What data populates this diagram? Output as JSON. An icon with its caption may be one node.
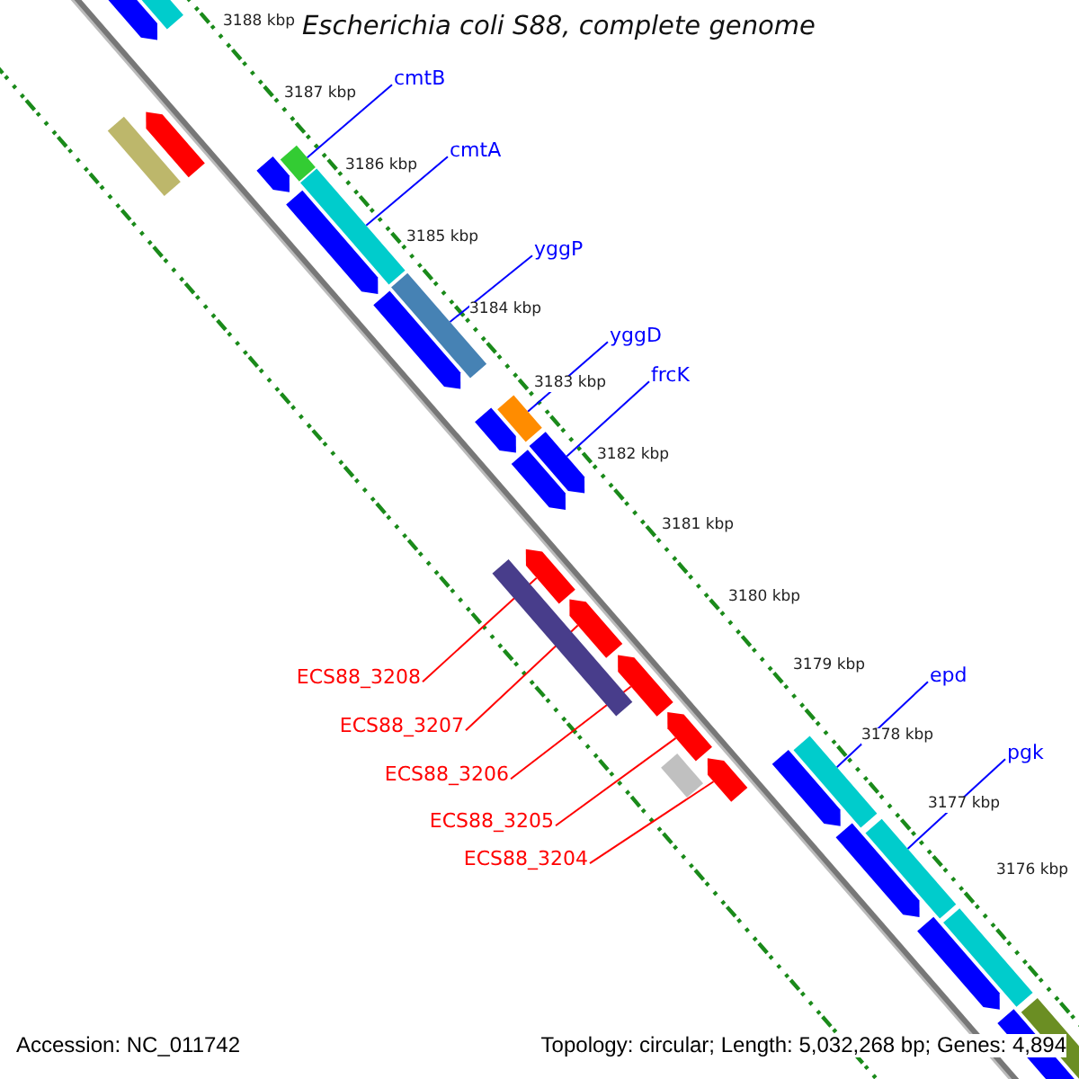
{
  "diagram": {
    "title": "Escherichia coli S88, complete genome",
    "nodes": [
      {
        "text": [
          "cmtB"
        ]
      },
      {
        "text": [],
        "shape": "bar"
      },
      {
        "text": [
          "cmtA"
        ]
      },
      {
        "text": [],
        "shape": "bar"
      },
      {
        "text": [
          "yggP"
        ]
      },
      {
        "text": [],
        "shape": "bar"
      },
      {
        "text": [
          "yggD"
        ]
      },
      {
        "text": [],
        "shape": "bar"
      },
      {
        "text": [
          "frcK"
        ]
      },
      {
        "text": [],
        "shape": "pentagon"
      },
      {
        "text": [
          "epd"
        ]
      },
      {
        "text": [],
        "shape": "bar"
      },
      {
        "text": [
          "pgk"
        ]
      },
      {
        "text": [],
        "shape": "bar"
      },
      {
        "text": [
          "ECS88_3208"
        ]
      },
      {
        "text": [],
        "shape": "pentagon"
      },
      {
        "text": [
          "ECS88_3207"
        ]
      },
      {
        "text": [],
        "shape": "pentagon"
      },
      {
        "text": [
          "ECS88_3206"
        ]
      },
      {
        "text": [],
        "shape": "pentagon"
      },
      {
        "text": [
          "ECS88_3205"
        ]
      },
      {
        "text": [],
        "shape": "pentagon"
      },
      {
        "text": [
          "ECS88_3204"
        ]
      },
      {
        "text": [],
        "shape": "pentagon"
      },
      {
        "text": [],
        "shape": "bar"
      },
      {
        "text": [],
        "shape": "bar"
      },
      {
        "text": [],
        "shape": "bar"
      },
      {
        "text": [],
        "shape": "pentagon"
      },
      {
        "text": [],
        "shape": "pentagon"
      },
      {
        "text": [],
        "shape": "pentagon"
      },
      {
        "text": [],
        "shape": "pentagon"
      },
      {
        "text": [],
        "shape": "pentagon"
      },
      {
        "text": [],
        "shape": "pentagon"
      },
      {
        "text": [],
        "shape": "pentagon"
      },
      {
        "text": [],
        "shape": "pentagon"
      },
      {
        "text": [],
        "shape": "pentagon"
      },
      {
        "text": [],
        "shape": "pentagon"
      },
      {
        "text": [],
        "shape": "pentagon"
      },
      {
        "text": [],
        "shape": "bar"
      },
      {
        "text": [],
        "shape": "bar"
      },
      {
        "text": [],
        "shape": "bar"
      }
    ],
    "edges": [
      {
        "from": 0,
        "to": 1,
        "arrow": "none"
      },
      {
        "from": 2,
        "to": 3,
        "arrow": "none"
      },
      {
        "from": 4,
        "to": 5,
        "arrow": "none"
      },
      {
        "from": 6,
        "to": 7,
        "arrow": "none"
      },
      {
        "from": 8,
        "to": 9,
        "arrow": "none"
      },
      {
        "from": 10,
        "to": 11,
        "arrow": "none"
      },
      {
        "from": 12,
        "to": 13,
        "arrow": "none"
      },
      {
        "from": 14,
        "to": 15,
        "arrow": "none",
        "color": "#ff0000"
      },
      {
        "from": 16,
        "to": 17,
        "arrow": "none",
        "color": "#ff0000"
      },
      {
        "from": 18,
        "to": 19,
        "arrow": "none",
        "color": "#ff0000"
      },
      {
        "from": 20,
        "to": 21,
        "arrow": "none",
        "color": "#ff0000"
      },
      {
        "from": 22,
        "to": 23,
        "arrow": "none",
        "color": "#ff0000"
      }
    ],
    "labels": [
      "3188 kbp",
      "3187 kbp",
      "3186 kbp",
      "3185 kbp",
      "3184 kbp",
      "3183 kbp",
      "3182 kbp",
      "3181 kbp",
      "3180 kbp",
      "3179 kbp",
      "3178 kbp",
      "3177 kbp",
      "3176 kbp",
      "Accession: NC_011742",
      "Topology: circular; Length: 5,032,268 bp; Genes: 4,894"
    ]
  }
}
